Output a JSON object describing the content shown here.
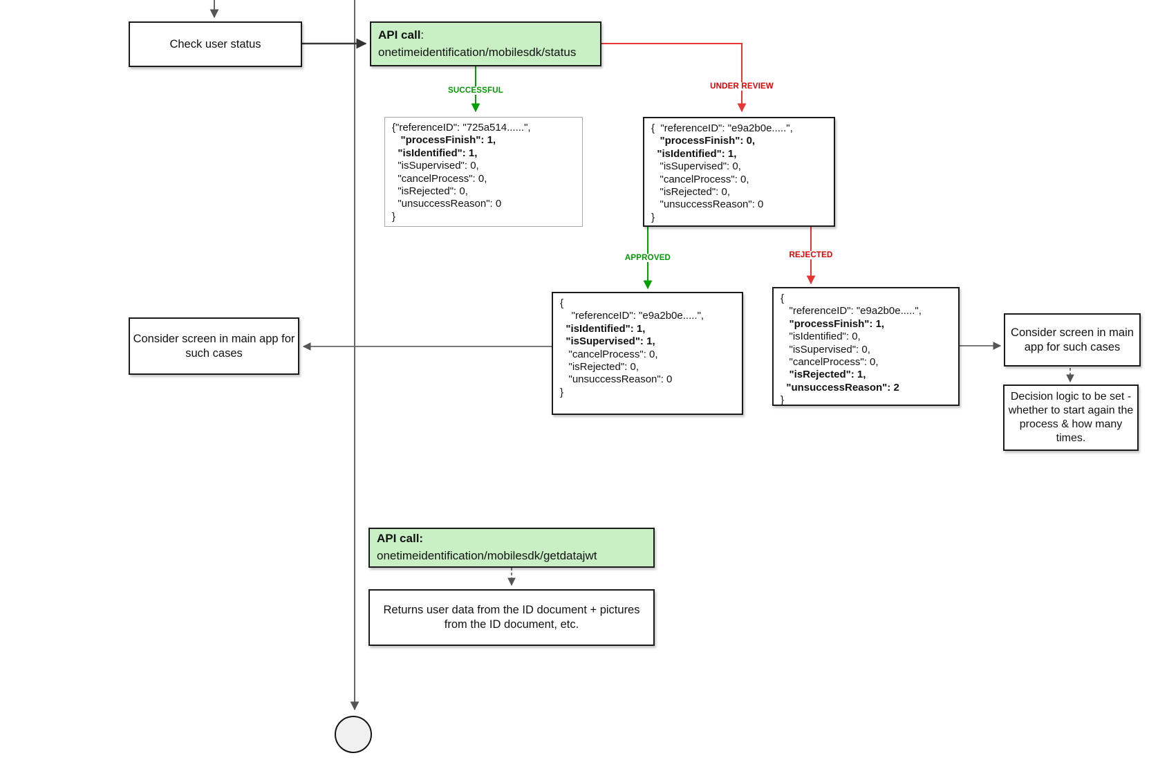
{
  "nodes": {
    "check": {
      "label": "Check user status"
    },
    "api_status": {
      "title": "API call",
      "colon": ":",
      "path": "onetimeidentification/mobilesdk/status"
    },
    "api_getdata": {
      "title": "API call:",
      "path": "onetimeidentification/mobilesdk/getdatajwt"
    },
    "consider_left": {
      "label": "Consider screen in main app for such cases"
    },
    "consider_right": {
      "label": "Consider screen in main app for such cases"
    },
    "decision": {
      "label": "Decision logic to be set - whether to start again the process & how many times."
    },
    "returns_info": {
      "label": "Returns user data from the ID document + pictures from the ID document, etc."
    }
  },
  "edge_labels": {
    "successful": "SUCCESSFUL",
    "under_review": "UNDER REVIEW",
    "approved": "APPROVED",
    "rejected": "REJECTED"
  },
  "json_boxes": [
    {
      "name": "status-successful-response",
      "lines": [
        {
          "text": "{\"referenceID\": \"725a514......\",",
          "bold": false
        },
        {
          "text": "   \"processFinish\": 1,",
          "bold": true
        },
        {
          "text": "  \"isIdentified\": 1,",
          "bold": true
        },
        {
          "text": "  \"isSupervised\": 0,",
          "bold": false
        },
        {
          "text": "  \"cancelProcess\": 0,",
          "bold": false
        },
        {
          "text": "  \"isRejected\": 0,",
          "bold": false
        },
        {
          "text": "  \"unsuccessReason\": 0",
          "bold": false
        },
        {
          "text": "}",
          "bold": false
        }
      ]
    },
    {
      "name": "status-under-review-response",
      "lines": [
        {
          "text": "{  \"referenceID\": \"e9a2b0e.....\",",
          "bold": false
        },
        {
          "text": "   \"processFinish\": 0,",
          "bold": true
        },
        {
          "text": "  \"isIdentified\": 1,",
          "bold": true
        },
        {
          "text": "   \"isSupervised\": 0,",
          "bold": false
        },
        {
          "text": "   \"cancelProcess\": 0,",
          "bold": false
        },
        {
          "text": "   \"isRejected\": 0,",
          "bold": false
        },
        {
          "text": "   \"unsuccessReason\": 0",
          "bold": false
        },
        {
          "text": "}",
          "bold": false
        }
      ]
    },
    {
      "name": "review-approved-response",
      "lines": [
        {
          "text": "{",
          "bold": false
        },
        {
          "text": "    \"referenceID\": \"e9a2b0e.....\",",
          "bold": false
        },
        {
          "text": "  \"isIdentified\": 1,",
          "bold": true
        },
        {
          "text": "  \"isSupervised\": 1,",
          "bold": true
        },
        {
          "text": "   \"cancelProcess\": 0,",
          "bold": false
        },
        {
          "text": "   \"isRejected\": 0,",
          "bold": false
        },
        {
          "text": "   \"unsuccessReason\": 0",
          "bold": false
        },
        {
          "text": "}",
          "bold": false
        }
      ]
    },
    {
      "name": "review-rejected-response",
      "lines": [
        {
          "text": "{",
          "bold": false
        },
        {
          "text": "   \"referenceID\": \"e9a2b0e.....\",",
          "bold": false
        },
        {
          "text": "   \"processFinish\": 1,",
          "bold": true
        },
        {
          "text": "   \"isIdentified\": 0,",
          "bold": false
        },
        {
          "text": "   \"isSupervised\": 0,",
          "bold": false
        },
        {
          "text": "   \"cancelProcess\": 0,",
          "bold": false
        },
        {
          "text": "   \"isRejected\": 1,",
          "bold": true
        },
        {
          "text": "  \"unsuccessReason\": 2",
          "bold": true
        },
        {
          "text": "}",
          "bold": false
        }
      ]
    }
  ],
  "colors": {
    "api_box_green": "#c8f0c4",
    "success_green": "#009b00",
    "error_red": "#e60000",
    "red_line": "#e53535",
    "green_line": "#00a000",
    "arrow_gray": "#666666",
    "end_node_fill": "#f0f0f0"
  }
}
